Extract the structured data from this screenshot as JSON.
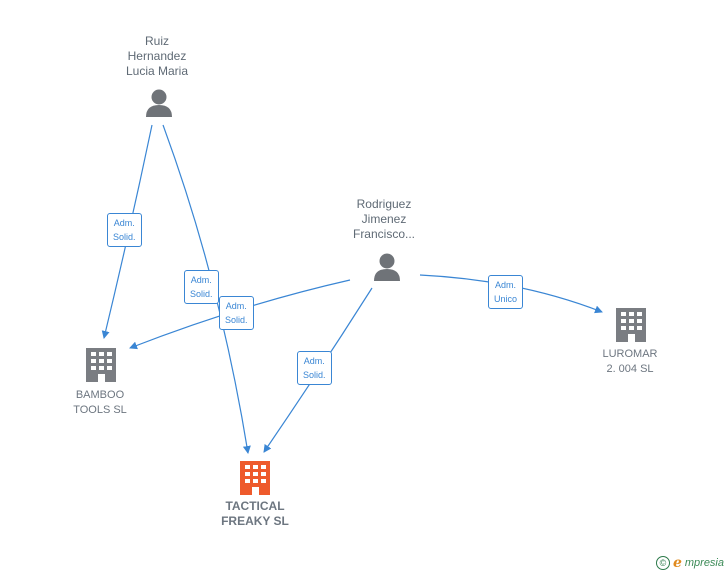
{
  "nodes": {
    "ruiz": {
      "label": "Ruiz\nHernandez\nLucia Maria",
      "icon": "person-icon"
    },
    "rodriguez": {
      "label": "Rodriguez\nJimenez\nFrancisco...",
      "icon": "person-icon"
    },
    "bamboo": {
      "label": "BAMBOO\nTOOLS SL",
      "icon": "building-icon"
    },
    "tactical": {
      "label": "TACTICAL\nFREAKY SL",
      "icon": "building-icon"
    },
    "luromar": {
      "label": "LUROMAR\n2. 004 SL",
      "icon": "building-icon"
    }
  },
  "edges": {
    "ruiz_bamboo": "Adm.\nSolid.",
    "ruiz_tactical": "Adm.\nSolid.",
    "rodriguez_bamboo": "Adm.\nSolid.",
    "rodriguez_tactical": "Adm.\nSolid.",
    "rodriguez_luromar": "Adm.\nUnico"
  },
  "colors": {
    "edge": "#3a86d4",
    "person": "#6f7378",
    "company": "#7a7d82",
    "main_company": "#ee5a2c"
  },
  "watermark": {
    "symbol": "©",
    "brand_initial": "e",
    "brand_rest": "mpresia"
  }
}
